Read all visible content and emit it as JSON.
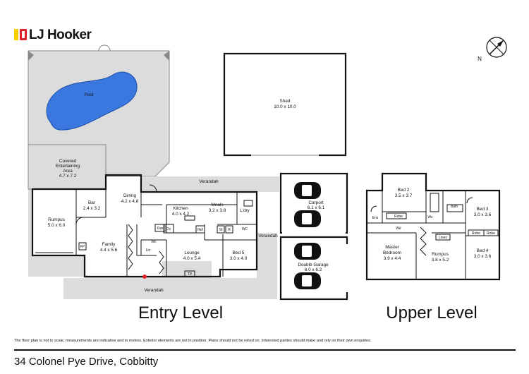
{
  "brand": {
    "name": "LJ Hooker",
    "accent": "#ffcc00",
    "logo_letters": "LJ Hooker"
  },
  "compass": {
    "label": "N"
  },
  "rooms": {
    "pool": "Pool",
    "shed": [
      "Shed",
      "10.0 x 10.0"
    ],
    "covered": [
      "Covered",
      "Entertaining",
      "Area",
      "4.7 x 7.2"
    ],
    "rumpus_entry": [
      "Rumpus",
      "5.0 x 6.0"
    ],
    "bar": [
      "Bar",
      "2.4 x 3.2"
    ],
    "dining": [
      "Dining",
      "4.2 x 4.8"
    ],
    "kitchen": [
      "Kitchen",
      "4.0 x 4.2"
    ],
    "meals": [
      "Meals",
      "3.2 x 3.8"
    ],
    "ldry": "L'dry",
    "family": [
      "Family",
      "4.4 x 5.6"
    ],
    "lounge": [
      "Lounge",
      "4.0 x 5.4"
    ],
    "bed5": [
      "Bed 5",
      "3.0 x 4.0"
    ],
    "carport": [
      "Carport",
      "6.1 x 6.1"
    ],
    "double_garage": [
      "Double Garage",
      "6.0 x 6.2"
    ],
    "verandah": "Verandah",
    "bed2": [
      "Bed 2",
      "3.5 x 3.7"
    ],
    "bed3": [
      "Bed 3",
      "3.0 x 3.6"
    ],
    "bed4": [
      "Bed 4",
      "3.0 x 3.6"
    ],
    "master": [
      "Master",
      "Bedroom",
      "3.9 x 4.4"
    ],
    "rumpus_upper": [
      "Rumpus",
      "3.8 x 5.2"
    ]
  },
  "small_labels": {
    "pan": "Pan",
    "ov": "Ov",
    "ref": "Ref",
    "st": "St",
    "r": "R",
    "wc": "WC",
    "wc2": "Wc",
    "lin": "Lin",
    "fp": "FP",
    "tp": "TP",
    "robe": "Robe",
    "ens": "Ens",
    "wir": "Wir",
    "bath": "Bath",
    "linen": "Linen"
  },
  "levels": {
    "entry": "Entry Level",
    "upper": "Upper Level"
  },
  "colors": {
    "pool": "#3a78e0",
    "yard": "#dcdcdc",
    "wall": "#111111"
  },
  "disclaimer": "The floor plan is not to scale, measurements are indicative and in metres. Exterior elements are not in position. Plans should not be relied on. Interested parties should make and rely on their own enquiries.",
  "address": "34 Colonel Pye Drive, Cobbitty"
}
